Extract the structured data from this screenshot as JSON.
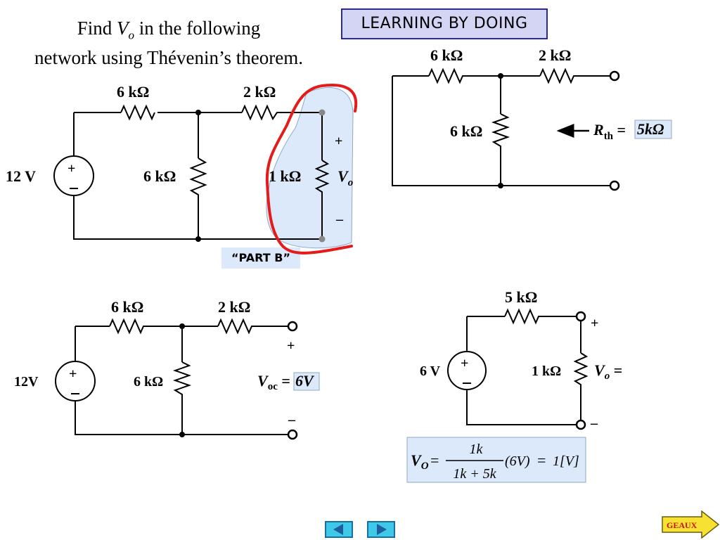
{
  "title": {
    "line1_pre": "Find ",
    "line1_var": "V",
    "line1_sub": "o",
    "line1_post": " in the following",
    "line2": "network using Thévenin’s theorem."
  },
  "badge": "LEARNING BY DOING",
  "part_label": "“PART B”",
  "circuit_main": {
    "source": "12 V",
    "r_top_left": "6 kΩ",
    "r_top_right": "2 kΩ",
    "r_mid": "6 kΩ",
    "r_load": "1 kΩ",
    "plus": "+",
    "minus": "–",
    "out_var": "V",
    "out_sub": "o"
  },
  "circuit_rth": {
    "r_top_left": "6 kΩ",
    "r_top_right": "2 kΩ",
    "r_mid": "6 kΩ",
    "rth_var": "R",
    "rth_sub": "th",
    "equals": " = ",
    "answer": "5kΩ"
  },
  "circuit_voc": {
    "source": "12V",
    "r_top_left": "6 kΩ",
    "r_top_right": "2 kΩ",
    "r_mid": "6 kΩ",
    "plus": "+",
    "minus": "–",
    "voc_var": "V",
    "voc_sub": "oc",
    "equals": " = ",
    "answer": "6V"
  },
  "circuit_thevenin": {
    "source": "6 V",
    "r_series": "5 kΩ",
    "r_load": "1 kΩ",
    "plus": "+",
    "minus": "–",
    "out_var": "V",
    "out_sub": "o",
    "equals": " ="
  },
  "formula": {
    "lhs_var": "V",
    "lhs_sub": "O",
    "eq1": " = ",
    "numerator": "1k",
    "denominator": "1k + 5k",
    "mult": "(6V)",
    "eq2": " = ",
    "result": "1[V]"
  },
  "nav": {
    "geaux": "GEAUX"
  },
  "colors": {
    "highlight": "#dbe9fb",
    "badge_bg": "#d4d4f4",
    "annotation": "#e41b1b",
    "nav_button": "#3fc9e8",
    "geaux_bg": "#f7e233"
  }
}
